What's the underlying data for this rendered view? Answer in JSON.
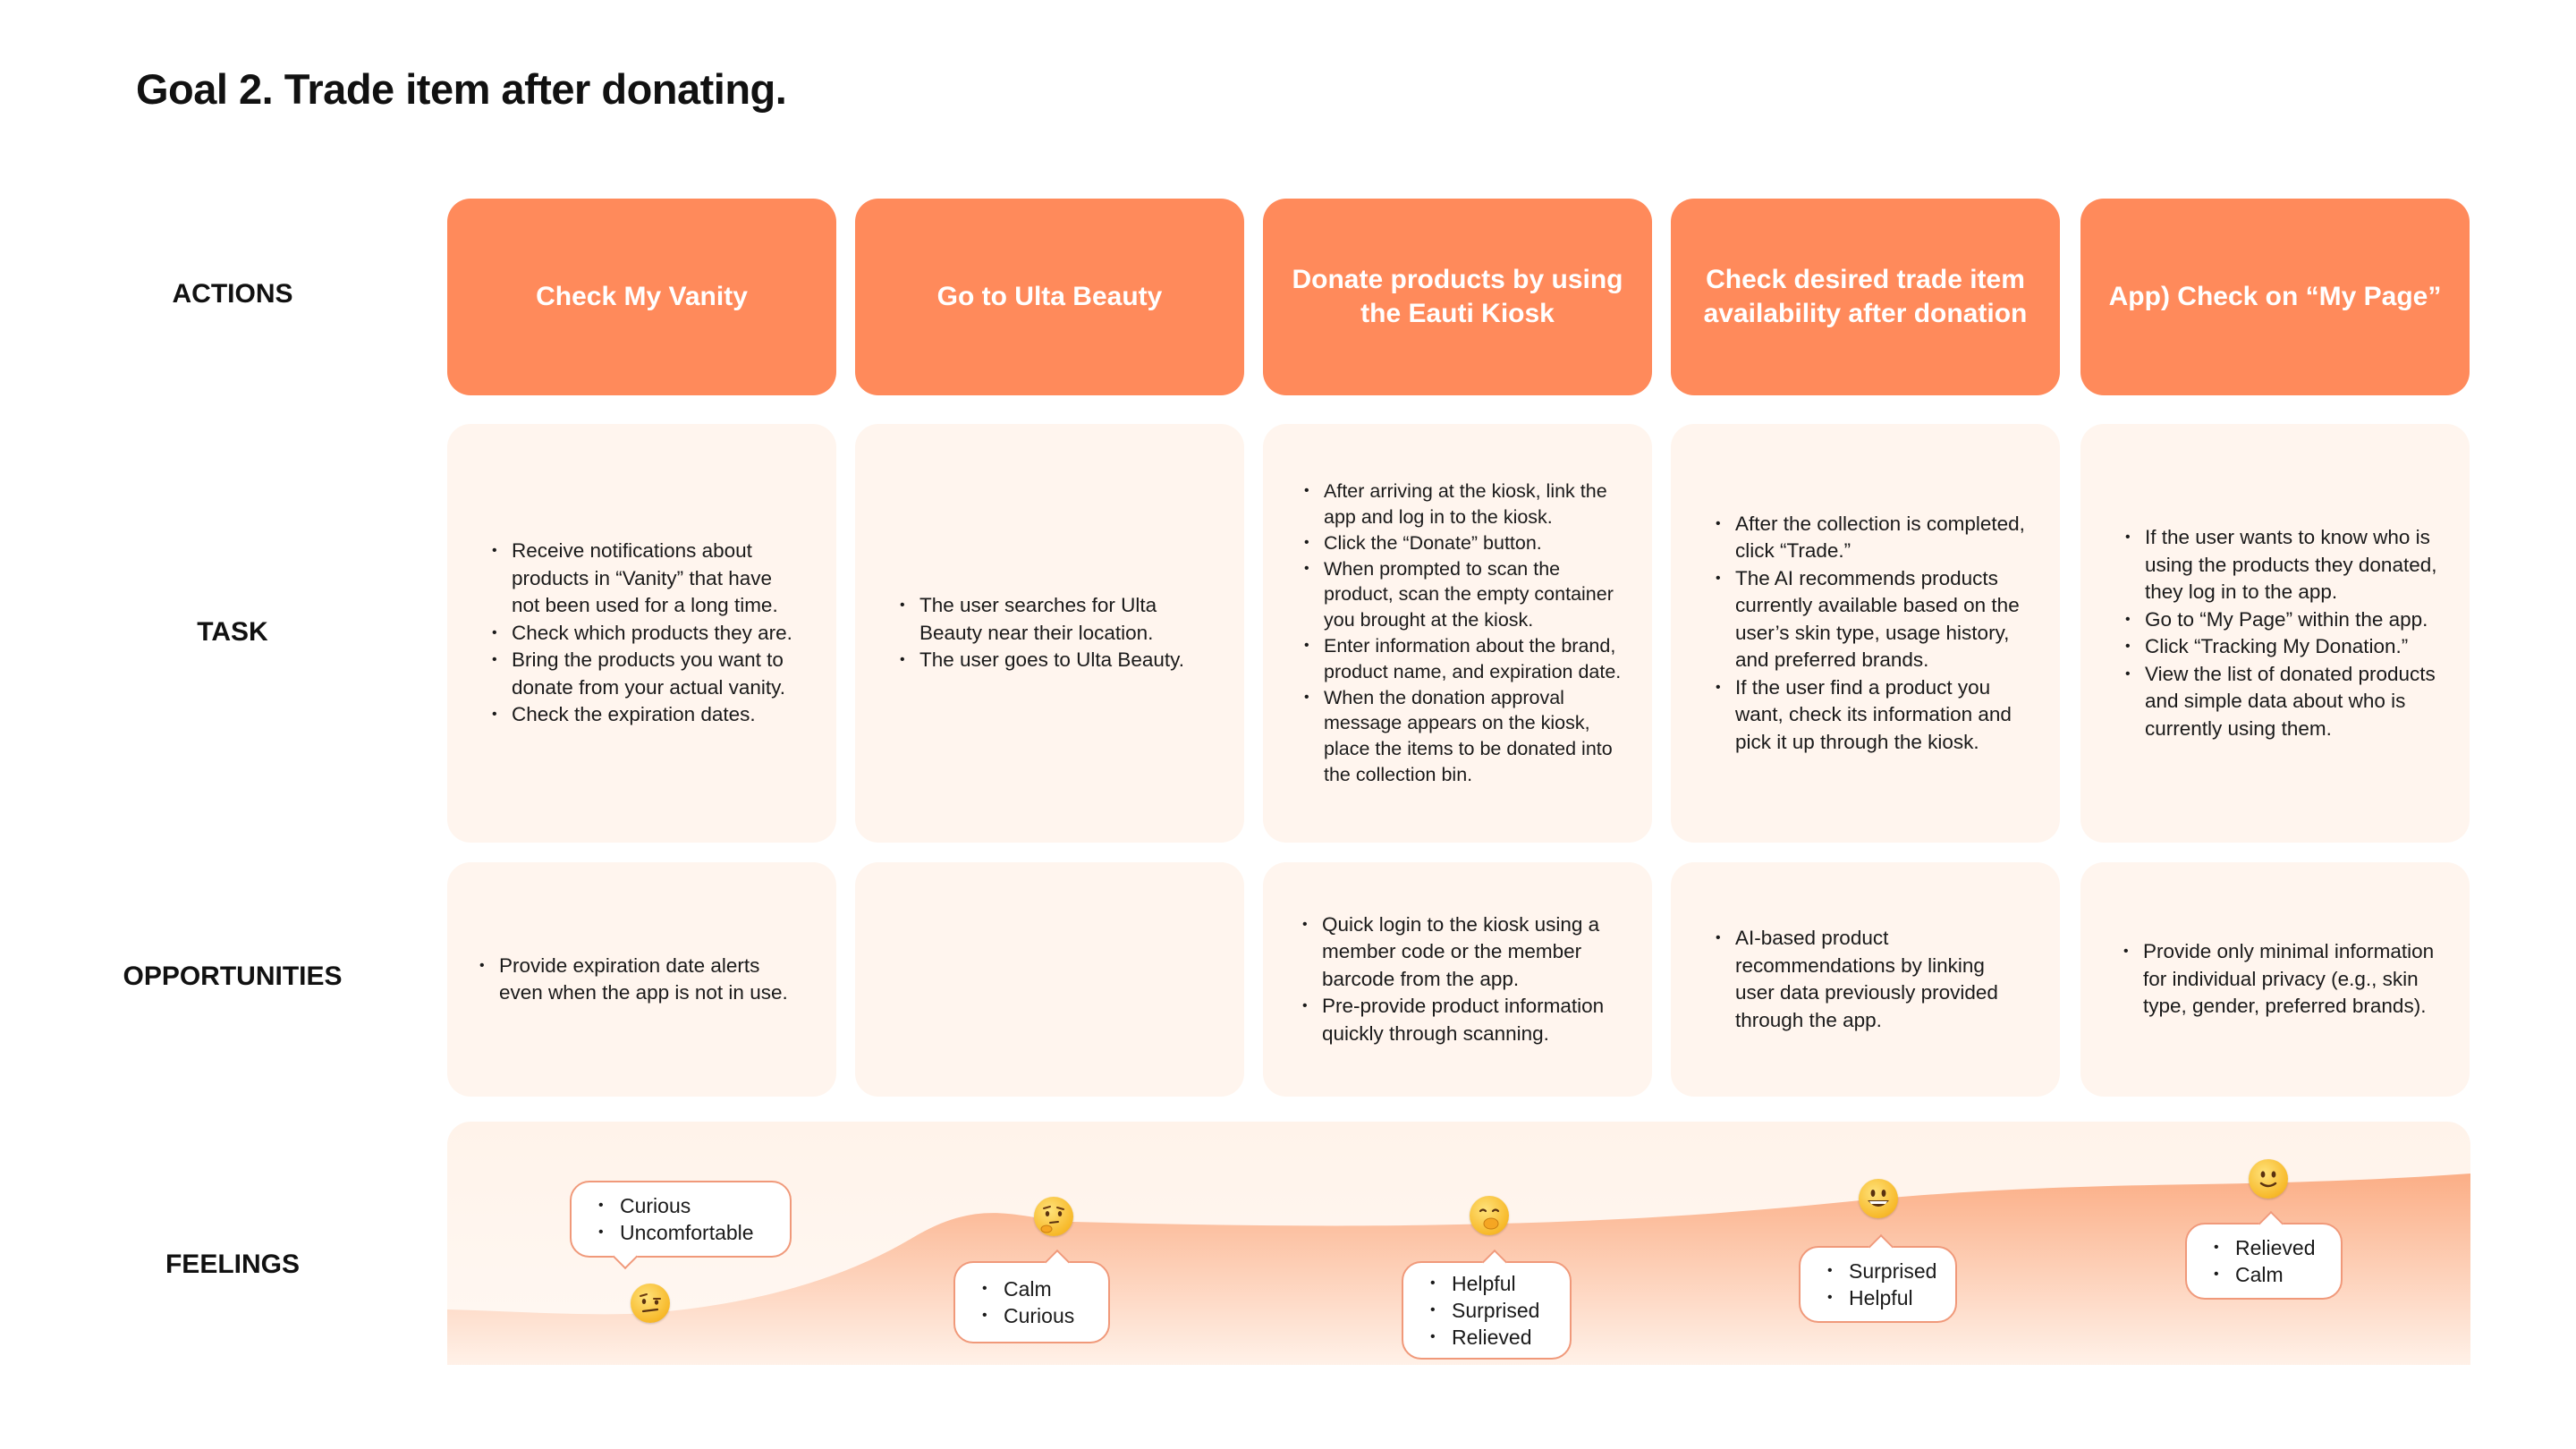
{
  "title": "Goal 2. Trade item after donating.",
  "colors": {
    "accent": "#ff8a5b",
    "card_bg": "#fff5ee",
    "feel_bg_top": "#fff3ea",
    "curve_fill": "#fbb593"
  },
  "row_labels": {
    "actions": "ACTIONS",
    "task": "TASK",
    "opportunities": "OPPORTUNITIES",
    "feelings": "FEELINGS"
  },
  "actions": [
    "Check My Vanity",
    "Go to Ulta Beauty",
    "Donate products by using the Eauti Kiosk",
    "Check desired trade item availability after donation",
    "App) Check on “My Page”"
  ],
  "tasks": [
    [
      "Receive notifications about products in “Vanity” that have not been used for a long time.",
      "Check which products they are.",
      "Bring the products you want to donate from your actual vanity.",
      "Check the expiration dates."
    ],
    [
      "The user searches for Ulta Beauty near their location.",
      "The user goes to Ulta Beauty."
    ],
    [
      "After arriving at the kiosk, link the app and log in to the kiosk.",
      "Click the “Donate” button.",
      "When prompted to scan the product, scan the empty container you brought at the kiosk.",
      "Enter information about the brand, product name, and expiration date.",
      "When the donation approval message appears on the kiosk, place the items to be donated into the collection bin."
    ],
    [
      "After the collection is completed, click “Trade.”",
      "The AI recommends products currently available based on the user’s skin type, usage history, and preferred brands.",
      "If the user find a product you want, check its information and pick it up through the kiosk."
    ],
    [
      "If the user wants to know who is using the products they donated, they log in to the app.",
      "Go to “My Page” within the app.",
      "Click “Tracking My Donation.”",
      "View the list of donated products and simple data about who is currently using them."
    ]
  ],
  "opportunities": [
    [
      "Provide expiration date alerts even when the app is not in use."
    ],
    [],
    [
      "Quick login to the kiosk using a member code or the member barcode from the app.",
      "Pre-provide product information quickly through scanning."
    ],
    [
      "AI-based product recommendations by linking user data previously provided through the app."
    ],
    [
      "Provide only minimal information for individual privacy (e.g., skin type, gender, preferred brands)."
    ]
  ],
  "feelings": [
    {
      "words": [
        "Curious",
        "Uncomfortable"
      ],
      "emoji": "raised-eyebrow-face-icon"
    },
    {
      "words": [
        "Calm",
        "Curious"
      ],
      "emoji": "thinking-face-icon"
    },
    {
      "words": [
        "Helpful",
        "Surprised",
        "Relieved"
      ],
      "emoji": "hand-over-mouth-face-icon"
    },
    {
      "words": [
        "Surprised",
        "Helpful"
      ],
      "emoji": "grinning-face-icon"
    },
    {
      "words": [
        "Relieved",
        "Calm"
      ],
      "emoji": "smiling-face-icon"
    }
  ]
}
